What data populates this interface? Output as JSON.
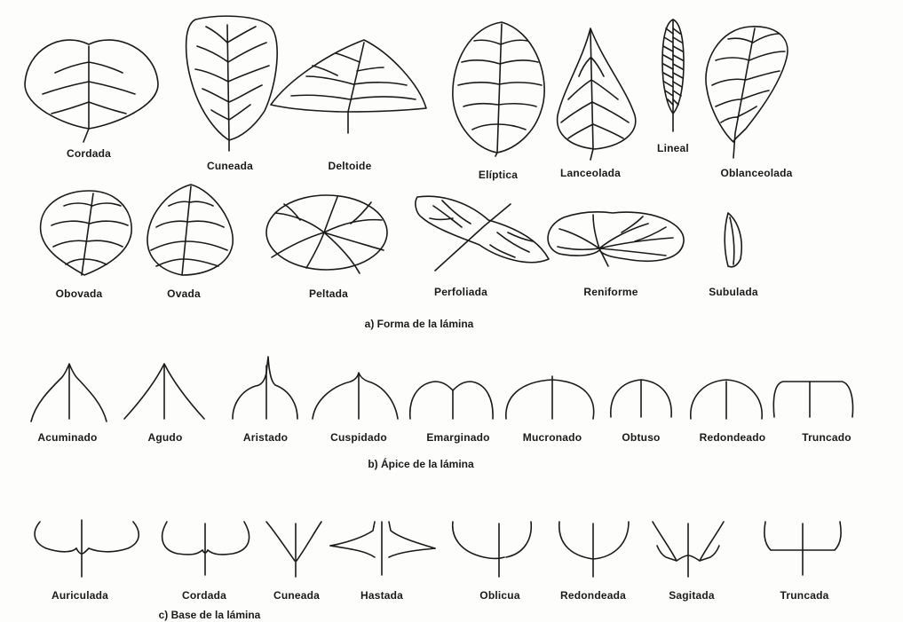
{
  "sections": {
    "shape": {
      "caption": "a) Forma de la lámina",
      "items": [
        "Cordada",
        "Cuneada",
        "Deltoide",
        "Elíptica",
        "Lanceolada",
        "Lineal",
        "Oblanceolada",
        "Obovada",
        "Ovada",
        "Peltada",
        "Perfoliada",
        "Reniforme",
        "Subulada"
      ]
    },
    "apex": {
      "caption": "b) Ápice de la lámina",
      "items": [
        "Acuminado",
        "Agudo",
        "Aristado",
        "Cuspidado",
        "Emarginado",
        "Mucronado",
        "Obtuso",
        "Redondeado",
        "Truncado"
      ]
    },
    "base": {
      "caption": "c) Base de la lámina",
      "items": [
        "Auriculada",
        "Cordada",
        "Cuneada",
        "Hastada",
        "Oblicua",
        "Redondeada",
        "Sagitada",
        "Truncada"
      ]
    }
  },
  "colors": {
    "ink": "#1a1a1a",
    "paper": "#fdfdfb"
  }
}
